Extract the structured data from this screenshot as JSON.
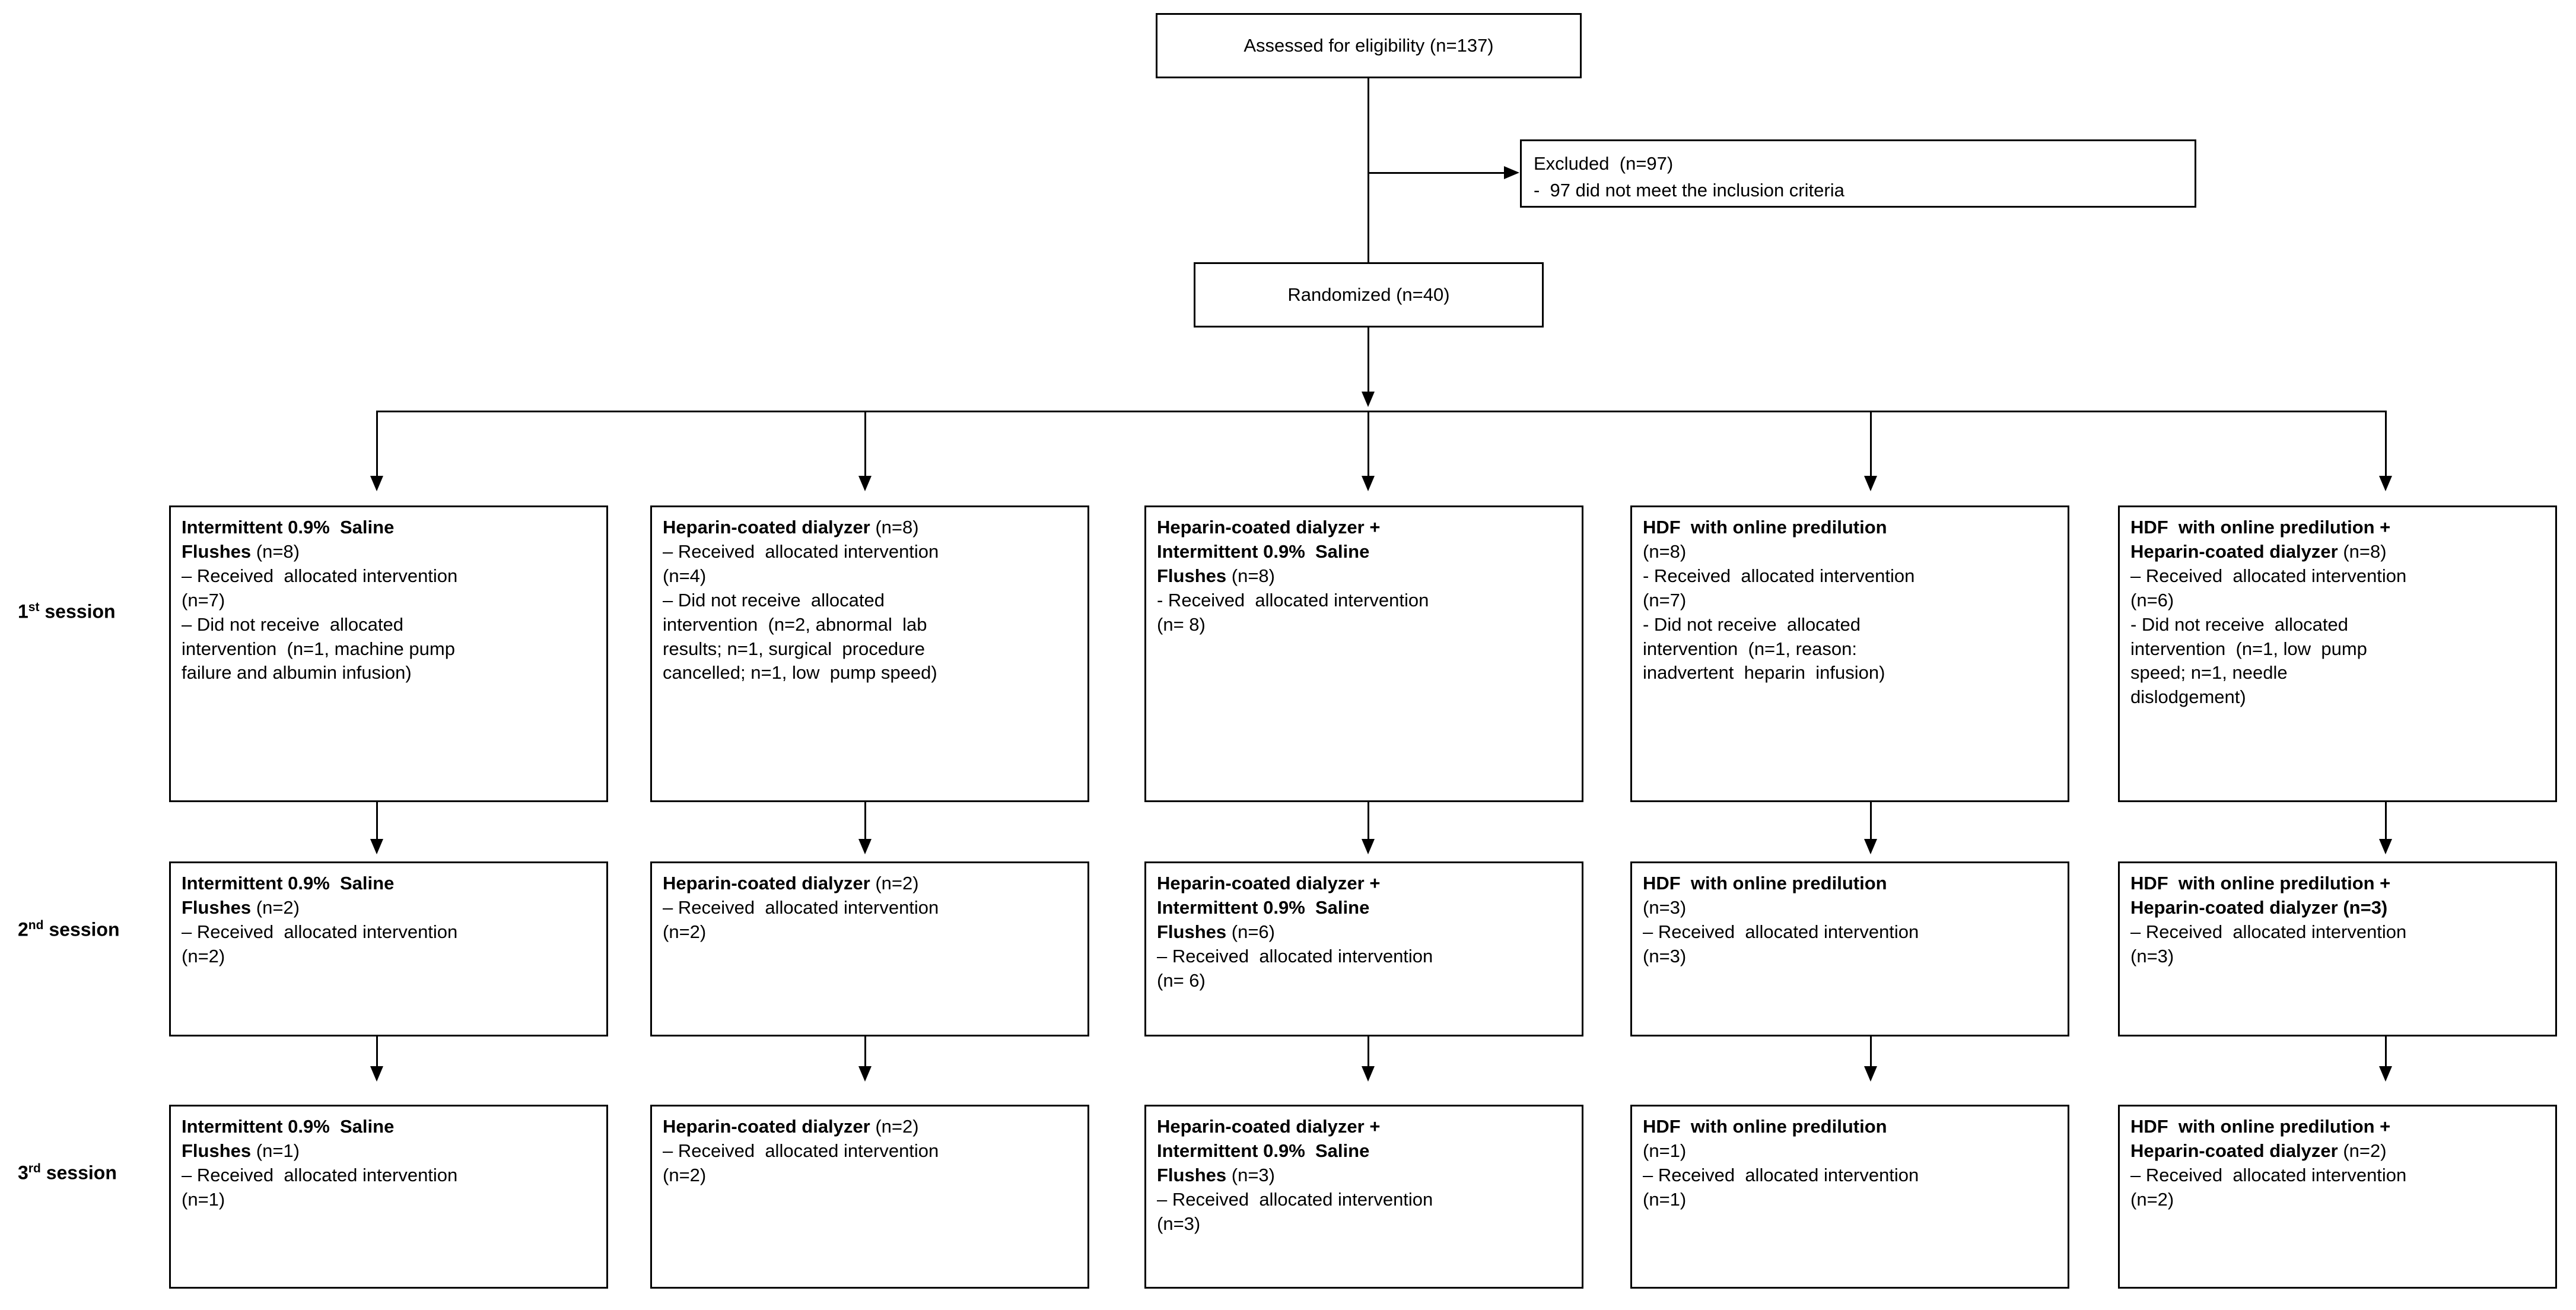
{
  "diagram": {
    "title": "CONSORT participant flow diagram",
    "type": "consort-flow",
    "colors": {
      "line": "#000000",
      "box_border": "#000000",
      "background": "#ffffff",
      "text": "#000000"
    }
  },
  "top": {
    "assessed": "Assessed for eligibility (n=137)",
    "excluded_line1": "Excluded  (n=97)",
    "excluded_line2": "-  97 did not meet the inclusion criteria",
    "randomized": "Randomized (n=40)"
  },
  "session_labels": [
    {
      "ordinal_num": "1",
      "ordinal_suffix": "st",
      "word": " session"
    },
    {
      "ordinal_num": "2",
      "ordinal_suffix": "nd",
      "word": " session"
    },
    {
      "ordinal_num": "3",
      "ordinal_suffix": "rd",
      "word": " session"
    }
  ],
  "arms": [
    {
      "key": "saline",
      "name": "Intermittent 0.9% Saline Flushes"
    },
    {
      "key": "heparin_dialyzer",
      "name": "Heparin-coated dialyzer"
    },
    {
      "key": "heparin_plus_saline",
      "name": "Heparin-coated dialyzer + Intermittent 0.9% Saline Flushes"
    },
    {
      "key": "hdf",
      "name": "HDF with online predilution"
    },
    {
      "key": "hdf_plus_heparin",
      "name": "HDF with online predilution + Heparin-coated dialyzer"
    }
  ],
  "rows": [
    {
      "session": "1st session",
      "boxes": [
        {
          "header": "Intermittent 0.9%  Saline\nFlushes",
          "header_count": " (n=8)",
          "body": "– Received  allocated intervention\n(n=7)\n– Did not receive  allocated\nintervention  (n=1, machine pump\nfailure and albumin infusion)"
        },
        {
          "header": "Heparin-coated dialyzer",
          "header_count": " (n=8)",
          "body": "– Received  allocated intervention\n(n=4)\n– Did not receive  allocated\nintervention  (n=2, abnormal  lab\nresults; n=1, surgical  procedure\ncancelled; n=1, low  pump speed)"
        },
        {
          "header": "Heparin-coated dialyzer +\nIntermittent 0.9%  Saline\nFlushes",
          "header_count": " (n=8)",
          "body": "- Received  allocated intervention\n(n= 8)"
        },
        {
          "header": "HDF  with online predilution",
          "header_count": "\n(n=8)",
          "body": "- Received  allocated intervention\n(n=7)\n- Did not receive  allocated\nintervention  (n=1, reason:\ninadvertent  heparin  infusion)"
        },
        {
          "header": "HDF  with online predilution +\nHeparin-coated dialyzer",
          "header_count": " (n=8)",
          "body": "– Received  allocated intervention\n(n=6)\n- Did not receive  allocated\nintervention  (n=1, low  pump\nspeed; n=1, needle\ndislodgement)"
        }
      ]
    },
    {
      "session": "2nd session",
      "boxes": [
        {
          "header": "Intermittent 0.9%  Saline\nFlushes",
          "header_count": " (n=2)",
          "body": "– Received  allocated intervention\n(n=2)"
        },
        {
          "header": "Heparin-coated dialyzer",
          "header_count": " (n=2)",
          "body": "– Received  allocated intervention\n(n=2)"
        },
        {
          "header": "Heparin-coated dialyzer +\nIntermittent 0.9%  Saline\nFlushes",
          "header_count": " (n=6)",
          "body": "– Received  allocated intervention\n(n= 6)"
        },
        {
          "header": "HDF  with online predilution",
          "header_count": "\n(n=3)",
          "body": "– Received  allocated intervention\n(n=3)"
        },
        {
          "header": "HDF  with online predilution +\nHeparin-coated dialyzer (n=3)",
          "header_count": "",
          "body": "– Received  allocated intervention\n(n=3)"
        }
      ]
    },
    {
      "session": "3rd session",
      "boxes": [
        {
          "header": "Intermittent 0.9%  Saline\nFlushes",
          "header_count": " (n=1)",
          "body": "– Received  allocated intervention\n(n=1)"
        },
        {
          "header": "Heparin-coated dialyzer",
          "header_count": " (n=2)",
          "body": "– Received  allocated intervention\n(n=2)"
        },
        {
          "header": "Heparin-coated dialyzer +\nIntermittent 0.9%  Saline\nFlushes",
          "header_count": " (n=3)",
          "body": "– Received  allocated intervention\n(n=3)"
        },
        {
          "header": "HDF  with online predilution",
          "header_count": "\n(n=1)",
          "body": "– Received  allocated intervention\n(n=1)"
        },
        {
          "header": "HDF  with online predilution +\nHeparin-coated dialyzer",
          "header_count": " (n=2)",
          "body": "– Received  allocated intervention\n(n=2)"
        }
      ]
    }
  ]
}
